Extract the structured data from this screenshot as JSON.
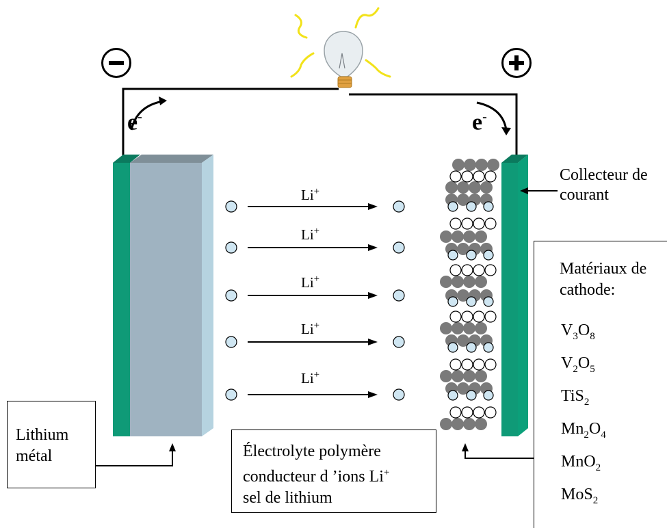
{
  "diagram": {
    "negative_symbol": "minus-sign",
    "positive_symbol": "plus-sign",
    "electron_left": "e",
    "electron_right": "e",
    "electron_sup": "-",
    "ion_labels": [
      "Li",
      "Li",
      "Li",
      "Li",
      "Li"
    ],
    "ion_sup": "+",
    "collector_label_line1": "Collecteur de",
    "collector_label_line2": "courant",
    "anode_label_line1": "Lithium",
    "anode_label_line2": "métal",
    "electrolyte_line1": "Électrolyte polymère",
    "electrolyte_line2": "conducteur d ’ions Li",
    "electrolyte_line2_sup": "+",
    "electrolyte_line3": "sel de lithium",
    "cathode_materials_title1": "Matériaux de",
    "cathode_materials_title2": "cathode:",
    "materials": [
      {
        "a": "V",
        "a_sub": "3",
        "b": "O",
        "b_sub": "8"
      },
      {
        "a": "V",
        "a_sub": "2",
        "b": "O",
        "b_sub": "5"
      },
      {
        "a": "TiS",
        "a_sub": "2",
        "b": "",
        "b_sub": ""
      },
      {
        "a": "Mn",
        "a_sub": "2",
        "b": "O",
        "b_sub": "4"
      },
      {
        "a": "MnO",
        "a_sub": "2",
        "b": "",
        "b_sub": ""
      },
      {
        "a": "MoS",
        "a_sub": "2",
        "b": "",
        "b_sub": ""
      }
    ],
    "colors": {
      "collector": "#0f9a77",
      "collector_dark": "#0b7a5e",
      "anode_front": "#9fb3c1",
      "anode_side": "#b6d3e0",
      "anode_top": "#7f8f98",
      "ion": "#cfe6f2",
      "atom_dark": "#7a7a7a",
      "bulb_rays": "#f2e21a",
      "bulb_base": "#e0a040"
    }
  }
}
